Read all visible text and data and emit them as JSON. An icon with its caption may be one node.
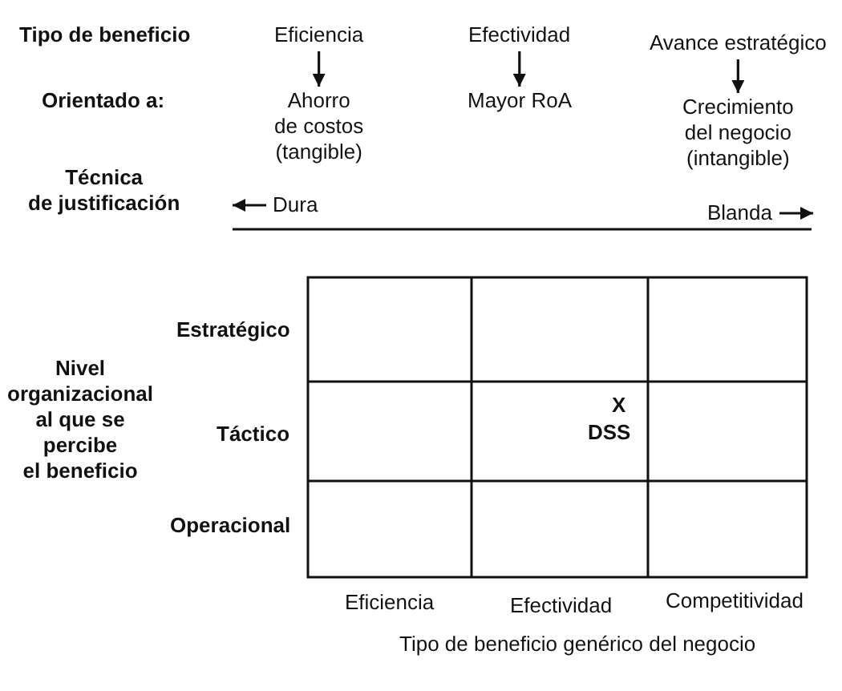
{
  "diagram": {
    "nodes": [
      {
        "text": [
          "Eficiencia"
        ]
      },
      {
        "text": [
          "Efectividad"
        ]
      },
      {
        "text": [
          "Avance estratégico"
        ]
      },
      {
        "text": [
          "Ahorro de costos (tangible)"
        ]
      },
      {
        "text": [
          "Mayor RoA"
        ]
      },
      {
        "text": [
          "Crecimiento del negocio (intangible)"
        ]
      }
    ],
    "edges": [
      {
        "from": 0,
        "to": 3,
        "arrow": "to"
      },
      {
        "from": 1,
        "to": 4,
        "arrow": "to"
      },
      {
        "from": 2,
        "to": 5,
        "arrow": "to"
      }
    ],
    "labels": [
      "Tipo de beneficio",
      "Orientado a:",
      "Técnica de justificación",
      "Dura",
      "Blanda",
      "Estratégico",
      "Nivel organizacional al que se percibe el beneficio",
      "Táctico",
      "X",
      "DSS",
      "Operacional",
      "Eficiencia",
      "Efectividad",
      "Competitividad",
      "Tipo de beneficio genérico del negocio"
    ]
  }
}
